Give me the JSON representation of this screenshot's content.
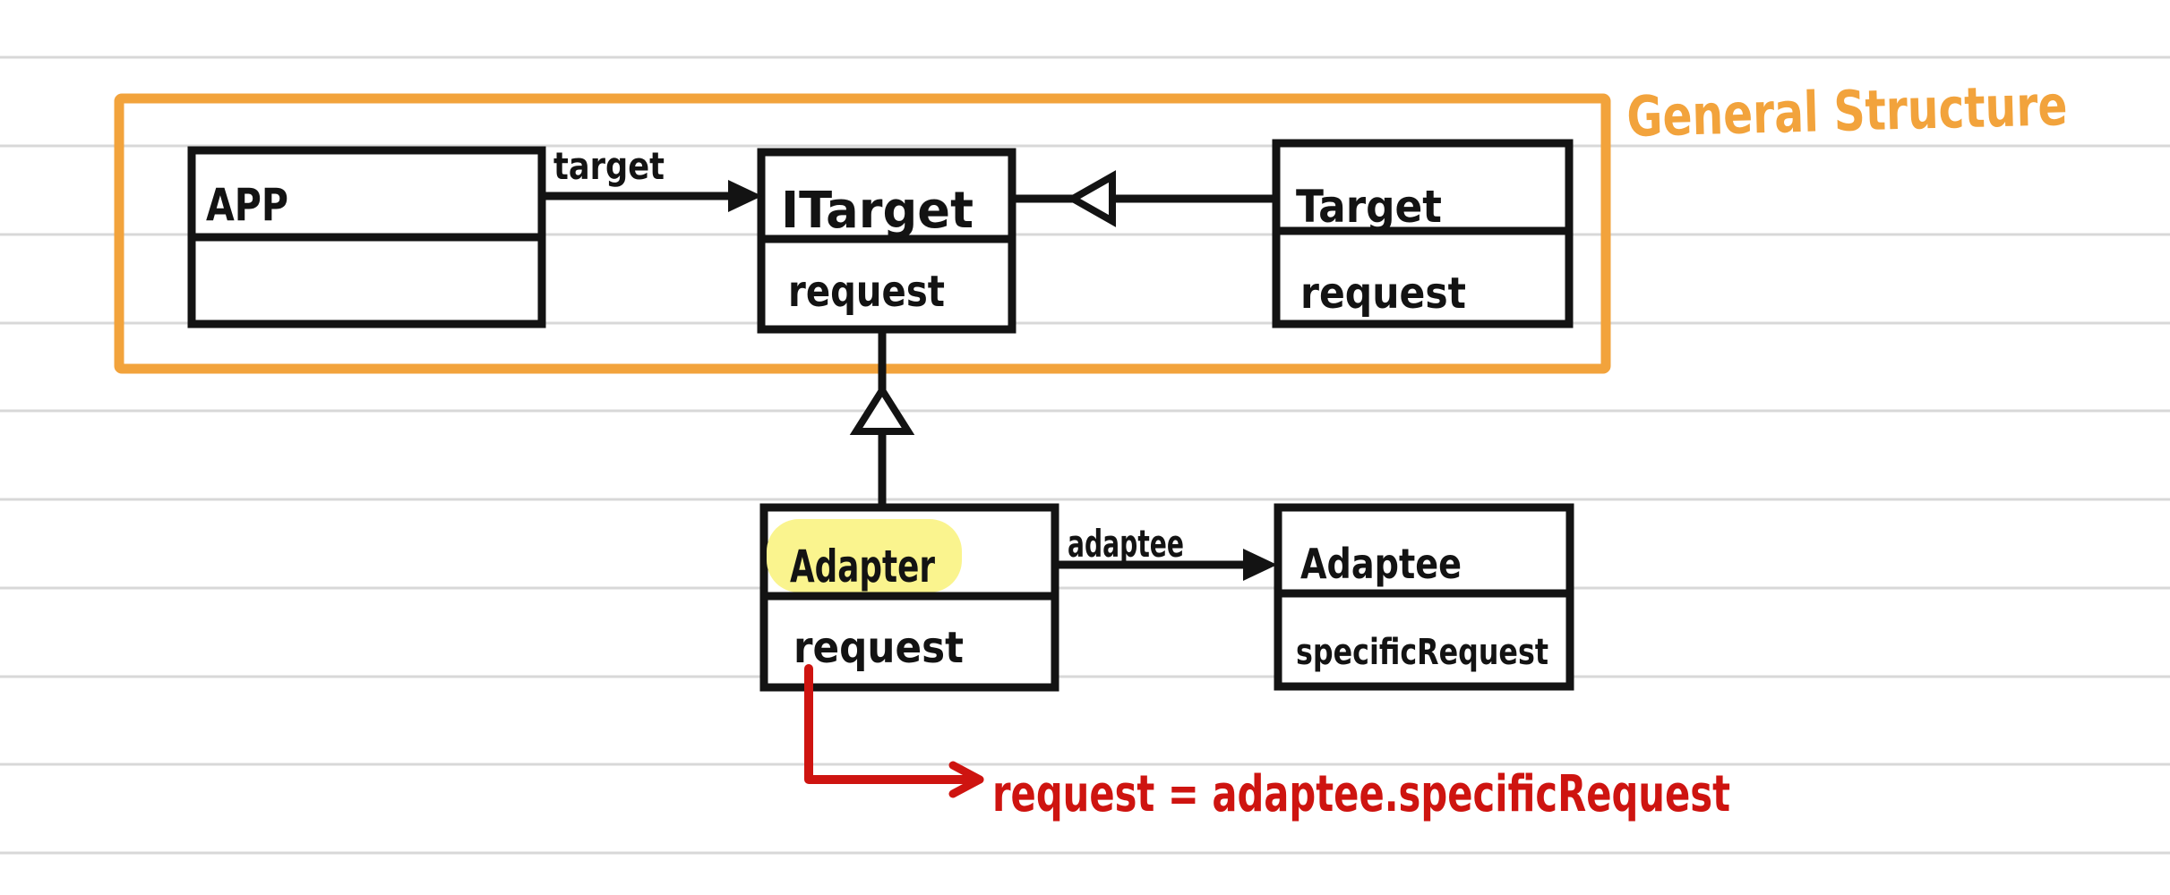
{
  "colors": {
    "ink": "#131313",
    "orange": "#F2A33C",
    "highlight_yellow": "#FAF48E",
    "red": "#CE1410",
    "ruled_line": "#D8D8D8",
    "background": "#FFFFFF"
  },
  "region": {
    "label": "General Structure"
  },
  "classes": {
    "app": {
      "name": "APP"
    },
    "itarget": {
      "name": "ITarget",
      "attribute": "request"
    },
    "target": {
      "name": "Target",
      "attribute": "request"
    },
    "adapter": {
      "name": "Adapter",
      "attribute": "request"
    },
    "adaptee": {
      "name": "Adaptee",
      "attribute": "specificRequest"
    }
  },
  "relations": {
    "app_itarget": {
      "label": "target"
    },
    "adapter_adaptee": {
      "label": "adaptee"
    }
  },
  "note": {
    "text": "request = adaptee.specificRequest"
  }
}
